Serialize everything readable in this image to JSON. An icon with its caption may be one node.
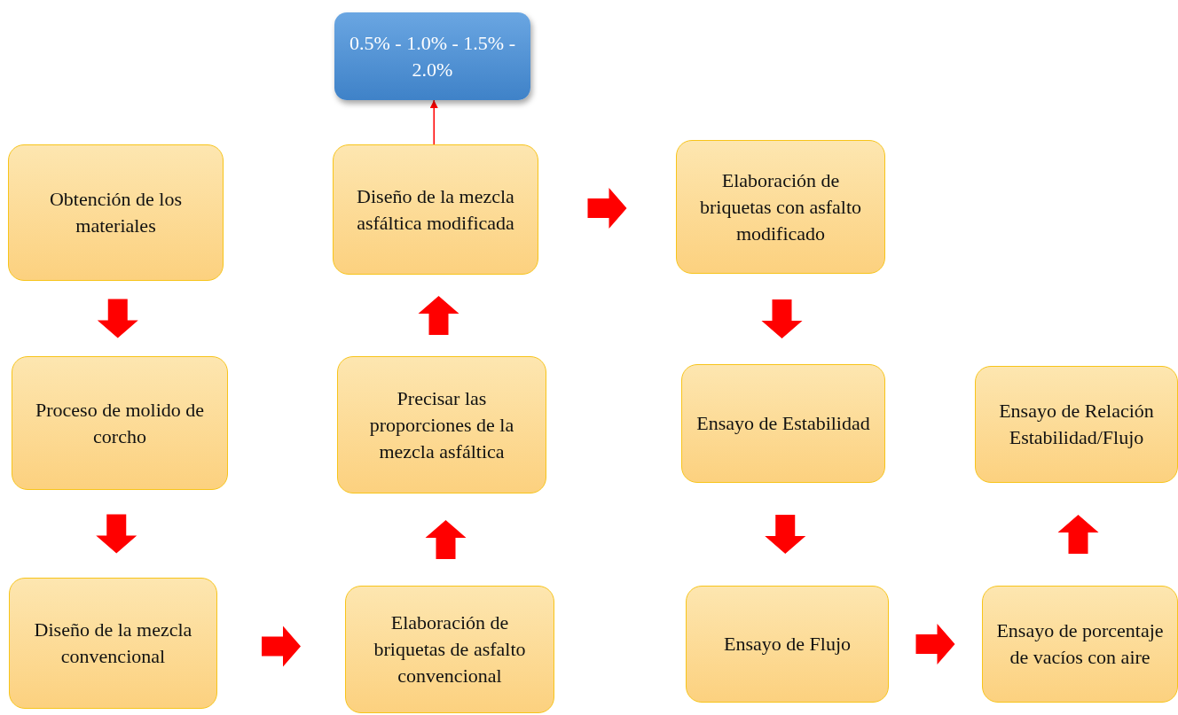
{
  "diagram": {
    "nodes": [
      {
        "text": [
          "Obtención de los materiales"
        ]
      },
      {
        "text": [
          "Proceso de molido de corcho"
        ]
      },
      {
        "text": [
          "Diseño de la mezcla convencional"
        ]
      },
      {
        "text": [
          "Elaboración de briquetas de asfalto convencional"
        ]
      },
      {
        "text": [
          "Precisar las proporciones de la mezcla asfáltica"
        ]
      },
      {
        "text": [
          "Diseño de la mezcla asfáltica modificada"
        ]
      },
      {
        "text": [
          "0.5% - 1.0% - 1.5% - 2.0%"
        ]
      },
      {
        "text": [
          "Elaboración de briquetas con asfalto modificado"
        ]
      },
      {
        "text": [
          "Ensayo de Estabilidad"
        ]
      },
      {
        "text": [
          "Ensayo de Flujo"
        ]
      },
      {
        "text": [
          "Ensayo de porcentaje de vacíos con aire"
        ]
      },
      {
        "text": [
          "Ensayo de Relación Estabilidad/Flujo"
        ]
      }
    ],
    "edges": [
      {
        "from": 0,
        "to": 1,
        "arrow": "to",
        "style": "thick"
      },
      {
        "from": 1,
        "to": 2,
        "arrow": "to",
        "style": "thick"
      },
      {
        "from": 2,
        "to": 3,
        "arrow": "to",
        "style": "thick"
      },
      {
        "from": 3,
        "to": 4,
        "arrow": "to",
        "style": "thick"
      },
      {
        "from": 4,
        "to": 5,
        "arrow": "to",
        "style": "thick"
      },
      {
        "from": 5,
        "to": 6,
        "arrow": "to"
      },
      {
        "from": 5,
        "to": 7,
        "arrow": "to",
        "style": "thick"
      },
      {
        "from": 7,
        "to": 8,
        "arrow": "to",
        "style": "thick"
      },
      {
        "from": 8,
        "to": 9,
        "arrow": "to",
        "style": "thick"
      },
      {
        "from": 9,
        "to": 10,
        "arrow": "to",
        "style": "thick"
      },
      {
        "from": 10,
        "to": 11,
        "arrow": "to",
        "style": "thick"
      }
    ]
  }
}
